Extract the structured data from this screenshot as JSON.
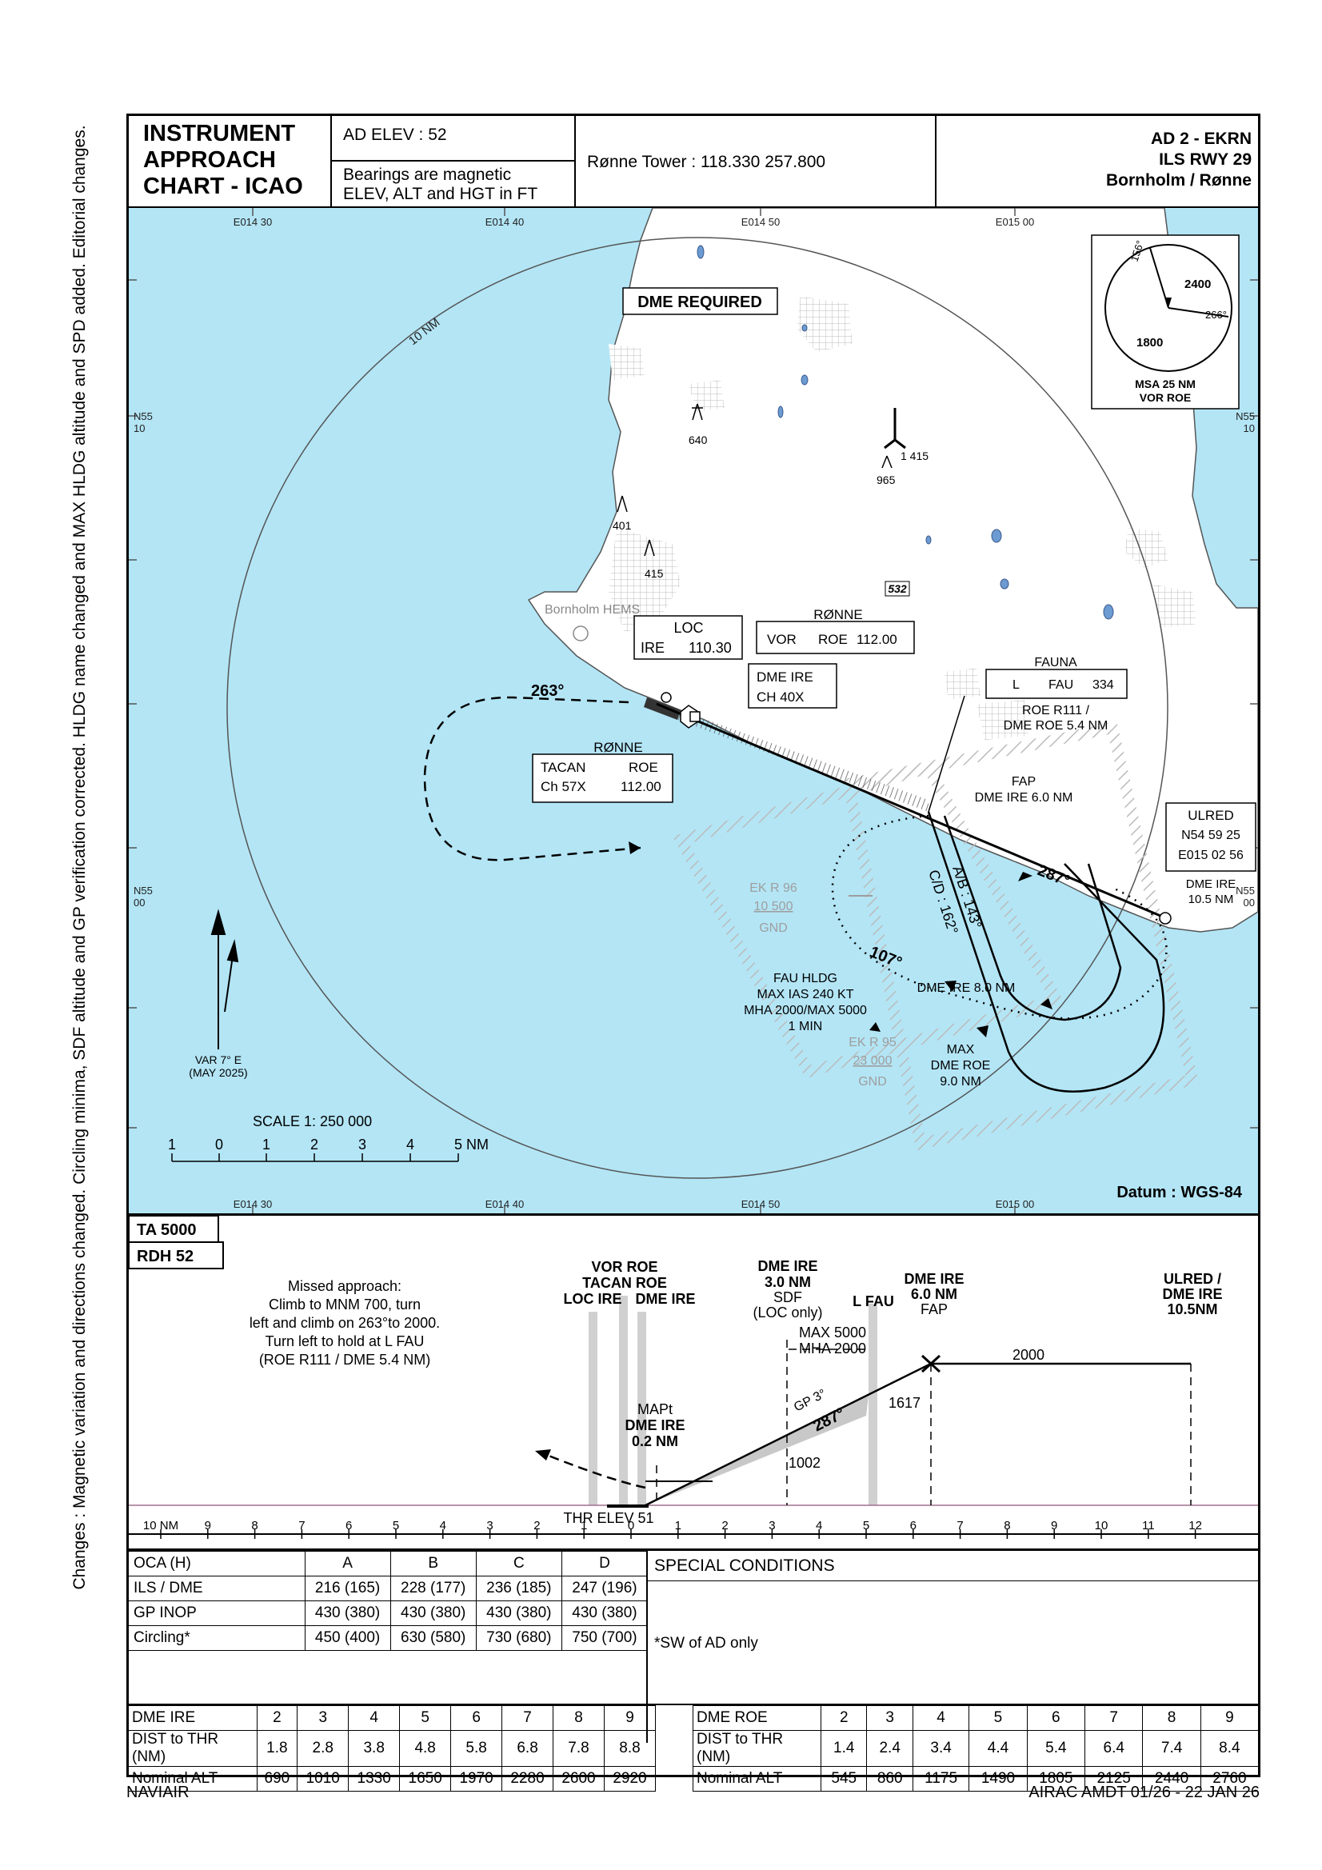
{
  "header": {
    "title_lines": [
      "INSTRUMENT",
      "APPROACH",
      "CHART - ICAO"
    ],
    "ad_elev": "AD ELEV : 52",
    "bearings_line1": "Bearings are magnetic",
    "bearings_line2": "ELEV, ALT and HGT in FT",
    "tower": "Rønne Tower : 118.330  257.800",
    "ad_code": "AD 2 - EKRN",
    "procedure": "ILS RWY 29",
    "aerodrome": "Bornholm / Rønne"
  },
  "side_note": "Changes : Magnetic variation and directions changed. Circling minima, SDF altitude and GP verification corrected. HLDG name changed and MAX HLDG altitude and SPD added. Editorial changes.",
  "map": {
    "grid_top": [
      "E014 30",
      "E014 40",
      "E014 50",
      "E015 00"
    ],
    "grid_bottom": [
      "E014 30",
      "E014 40",
      "E014 50",
      "E015 00"
    ],
    "lat_left": [
      [
        "N55",
        "10"
      ],
      [
        "N55",
        "00"
      ]
    ],
    "lat_right": [
      [
        "N55",
        "10"
      ],
      [
        "N55",
        "00"
      ]
    ],
    "dme_required": "DME REQUIRED",
    "ring_label": "10 NM",
    "msa": {
      "sector1": "156°",
      "sector2": "266°",
      "alt_north": "2400",
      "alt_south": "1800",
      "caption1": "MSA 25 NM",
      "caption2": "VOR ROE"
    },
    "obstacles": [
      "640",
      "1 415",
      "965",
      "401",
      "415",
      "532"
    ],
    "hems": "Bornholm HEMS",
    "loc": {
      "name": "LOC",
      "ident": "IRE",
      "freq": "110.30"
    },
    "vor": {
      "name": "RØNNE",
      "type": "VOR",
      "ident": "ROE",
      "freq": "112.00"
    },
    "dme_ire": {
      "line1": "DME  IRE",
      "line2": "CH 40X"
    },
    "tacan": {
      "name": "RØNNE",
      "type": "TACAN",
      "ident": "ROE",
      "ch": "Ch  57X",
      "freq": "112.00"
    },
    "fauna": {
      "name": "FAUNA",
      "type": "L",
      "ident": "FAU",
      "freq": "334",
      "fix1": "ROE R111 /",
      "fix2": "DME ROE 5.4 NM"
    },
    "fap": {
      "line1": "FAP",
      "line2": "DME IRE 6.0 NM"
    },
    "ulred": {
      "name": "ULRED",
      "lat": "N54 59 25",
      "lon": "E015 02 56",
      "dist1": "DME IRE",
      "dist2": "10.5 NM"
    },
    "track_263": "263°",
    "track_287": "287°",
    "track_107": "107°",
    "ab_label": "A/B : 143°",
    "cd_label": "C/D : 162°",
    "ekr96": {
      "name": "EK R 96",
      "upper": "10 500",
      "lower": "GND"
    },
    "ekr95": {
      "name": "EK R 95",
      "upper": "23 000",
      "lower": "GND"
    },
    "hold": {
      "line1": "FAU HLDG",
      "line2": "MAX IAS 240 KT",
      "line3": "MHA 2000/MAX 5000",
      "line4": "1 MIN"
    },
    "dme8": "DME IRE 8.0 NM",
    "max_roe": {
      "line1": "MAX",
      "line2": "DME ROE",
      "line3": "9.0 NM"
    },
    "var": {
      "line1": "VAR 7° E",
      "line2": "(MAY 2025)"
    },
    "scale": {
      "title": "SCALE 1: 250 000",
      "ticks": [
        "1",
        "0",
        "1",
        "2",
        "3",
        "4",
        "5"
      ],
      "unit": "NM"
    },
    "datum": "Datum : WGS-84"
  },
  "profile": {
    "ta": "TA 5000",
    "rdh": "RDH 52",
    "missed": [
      "Missed approach:",
      "Climb to MNM 700, turn",
      "left and climb on 263°to 2000.",
      "Turn left to hold at L FAU",
      "(ROE R111 / DME 5.4 NM)"
    ],
    "loc_ire": "LOC IRE",
    "vor_roe": [
      "VOR ROE",
      "TACAN ROE"
    ],
    "dme_ire": "DME IRE",
    "sdf": [
      "DME IRE",
      "3.0 NM",
      "SDF",
      "(LOC only)"
    ],
    "l_fau": "L FAU",
    "fap": [
      "DME IRE",
      "6.0 NM",
      "FAP"
    ],
    "ulred": [
      "ULRED /",
      "DME IRE",
      "10.5NM"
    ],
    "max5000": "MAX 5000",
    "mha2000": "MHA 2000",
    "alt2000": "2000",
    "alt1617": "1617",
    "alt1002": "1002",
    "gp": "GP 3°",
    "track": "287°",
    "mapt": [
      "MAPt",
      "DME IRE",
      "0.2 NM"
    ],
    "thr": "THR ELEV 51",
    "axis": [
      "10 NM",
      "9",
      "8",
      "7",
      "6",
      "5",
      "4",
      "3",
      "2",
      "1",
      "0",
      "1",
      "2",
      "3",
      "4",
      "5",
      "6",
      "7",
      "8",
      "9",
      "10",
      "11",
      "12"
    ]
  },
  "minima": {
    "headers": [
      "OCA (H)",
      "A",
      "B",
      "C",
      "D"
    ],
    "rows": [
      [
        "ILS / DME",
        "216 (165)",
        "228 (177)",
        "236 (185)",
        "247 (196)"
      ],
      [
        "GP INOP",
        "430 (380)",
        "430 (380)",
        "430 (380)",
        "430 (380)"
      ],
      [
        "Circling*",
        "450 (400)",
        "630 (580)",
        "730 (680)",
        "750 (700)"
      ]
    ],
    "special_title": "SPECIAL CONDITIONS",
    "special_note": "*SW of AD only"
  },
  "dme_ire_table": {
    "rows": [
      [
        "DME IRE",
        "2",
        "3",
        "4",
        "5",
        "6",
        "7",
        "8",
        "9"
      ],
      [
        "DIST to THR (NM)",
        "1.8",
        "2.8",
        "3.8",
        "4.8",
        "5.8",
        "6.8",
        "7.8",
        "8.8"
      ],
      [
        "Nominal ALT",
        "690",
        "1010",
        "1330",
        "1650",
        "1970",
        "2280",
        "2600",
        "2920"
      ]
    ]
  },
  "dme_roe_table": {
    "rows": [
      [
        "DME ROE",
        "2",
        "3",
        "4",
        "5",
        "6",
        "7",
        "8",
        "9"
      ],
      [
        "DIST to THR (NM)",
        "1.4",
        "2.4",
        "3.4",
        "4.4",
        "5.4",
        "6.4",
        "7.4",
        "8.4"
      ],
      [
        "Nominal ALT",
        "545",
        "860",
        "1175",
        "1490",
        "1805",
        "2125",
        "2440",
        "2760"
      ]
    ]
  },
  "footer": {
    "left": "NAVIAIR",
    "right": "AIRAC AMDT 01/26 - 22 JAN 26"
  },
  "colors": {
    "sea": "#B3E5F5",
    "land": "#FFFFFF",
    "restricted": "#9E9E9E",
    "profile_bar": "#D0D0D0"
  }
}
